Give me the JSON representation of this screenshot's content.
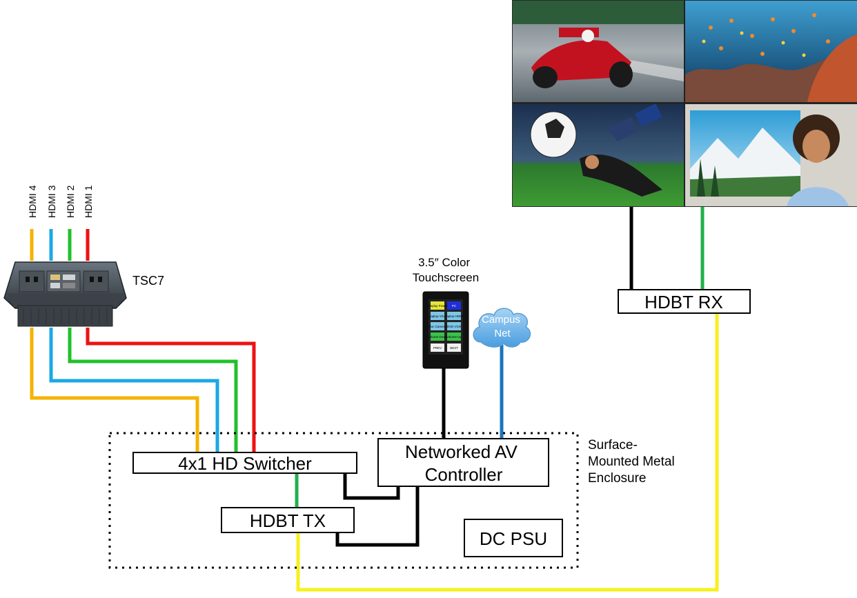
{
  "tabletop_box": {
    "label": "TSC7"
  },
  "hdmi_inputs": [
    {
      "label": "HDMI 4",
      "color": "#f5b300"
    },
    {
      "label": "HDMI 3",
      "color": "#1aa8e6"
    },
    {
      "label": "HDMI 2",
      "color": "#22c02c"
    },
    {
      "label": "HDMI 1",
      "color": "#ee1111"
    }
  ],
  "touchscreen": {
    "label_line1": "3.5″ Color",
    "label_line2": "Touchscreen",
    "buttons": [
      [
        "Display Power",
        "PC"
      ],
      [
        "Laptop VGA",
        "Laptop HDMI"
      ],
      [
        "Doc Camera",
        "DVD VCR"
      ],
      [
        "Volume Down",
        "Volume Up"
      ],
      [
        "PREV",
        "NEXT"
      ]
    ]
  },
  "network_cloud": {
    "line1": "Campus",
    "line2": "Net"
  },
  "enclosure": {
    "line1": "Surface-",
    "line2": "Mounted Metal",
    "line3": "Enclosure"
  },
  "devices": {
    "switcher": "4x1 HD Switcher",
    "controller_line1": "Networked AV",
    "controller_line2": "Controller",
    "hdbt_tx": "HDBT TX",
    "dc_psu": "DC PSU",
    "hdbt_rx": "HDBT RX"
  },
  "video_wall": {
    "tiles": [
      "race-car-image",
      "coral-reef-image",
      "soccer-goalkeeper-image",
      "landscape-painter-image"
    ]
  },
  "colors": {
    "hdbt_cable": "#22b04a",
    "hdbt_long_cable": "#f7f01e",
    "control_cable": "#000000",
    "network_cable": "#1b75bc"
  }
}
